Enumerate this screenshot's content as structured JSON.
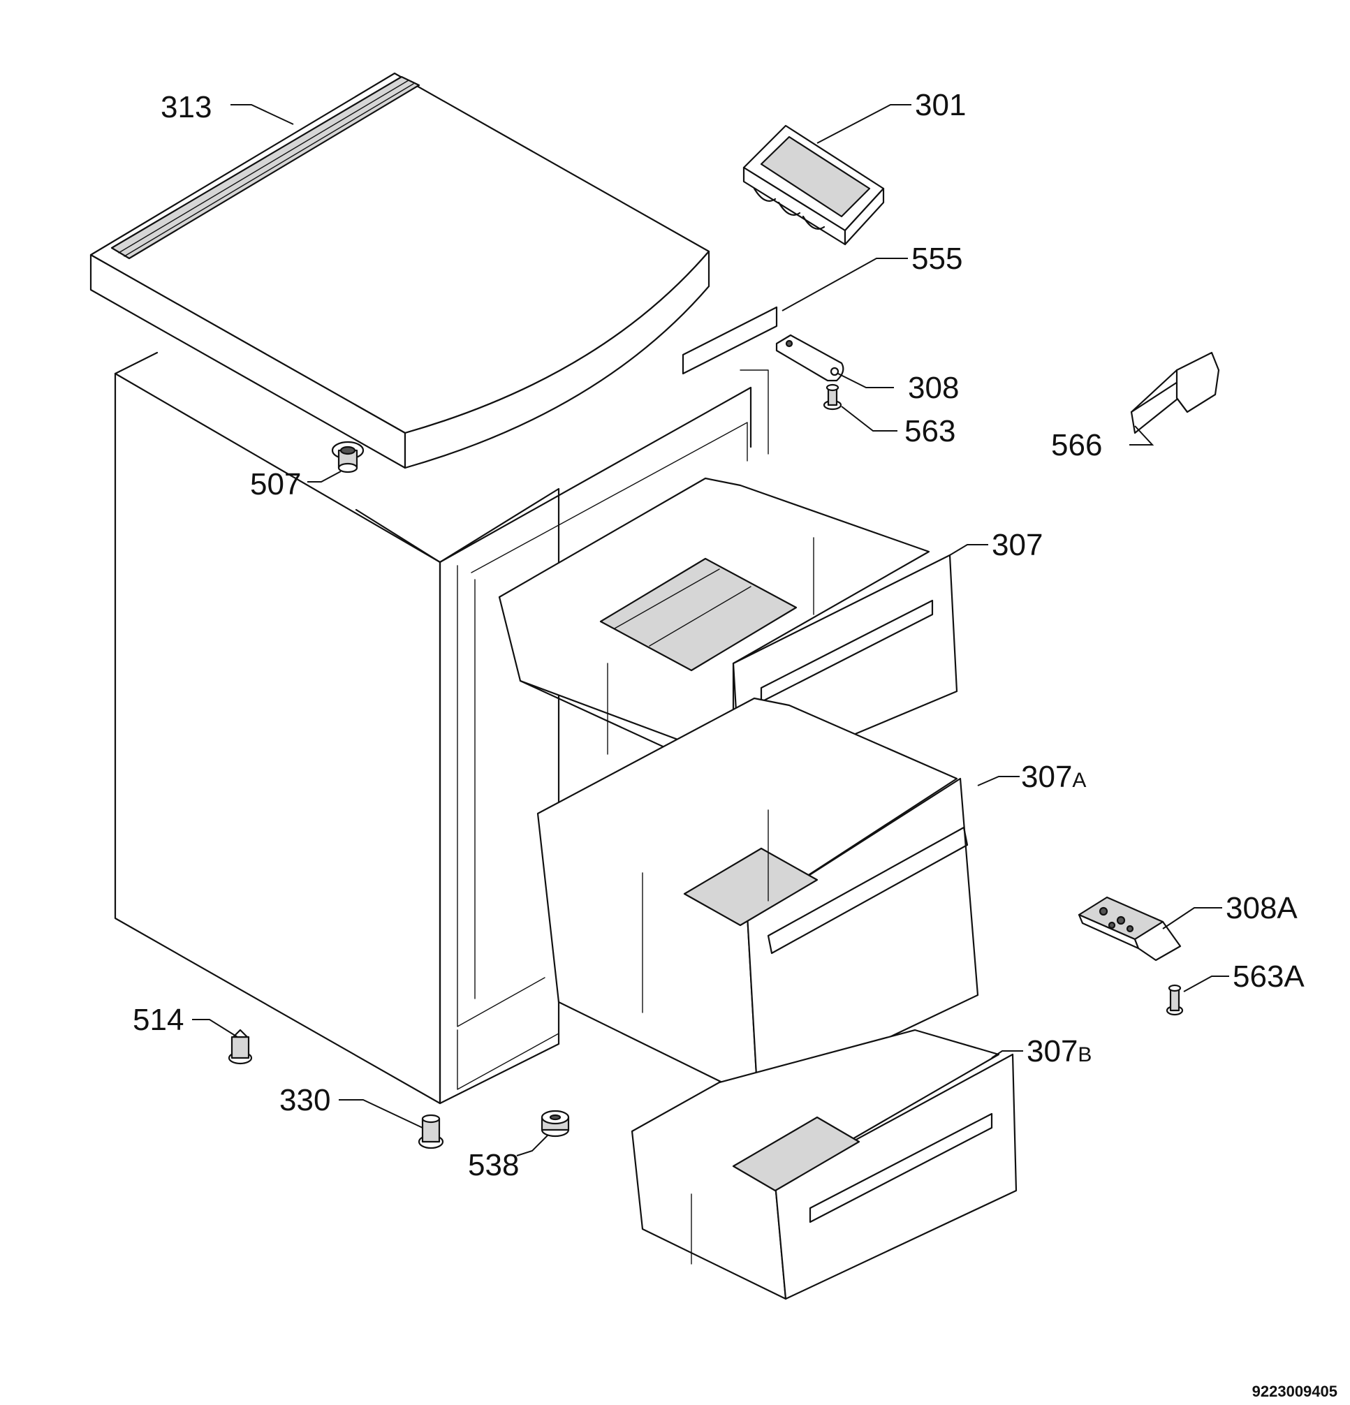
{
  "callouts": {
    "c313": "313",
    "c301": "301",
    "c555": "555",
    "c308": "308",
    "c563": "563",
    "c566": "566",
    "c507": "507",
    "c307": "307",
    "c307a": "307",
    "c307a_suffix": "A",
    "c308a": "308A",
    "c563a": "563A",
    "c514": "514",
    "c330": "330",
    "c538": "538",
    "c307b": "307",
    "c307b_suffix": "B"
  },
  "document_number": "9223009405"
}
